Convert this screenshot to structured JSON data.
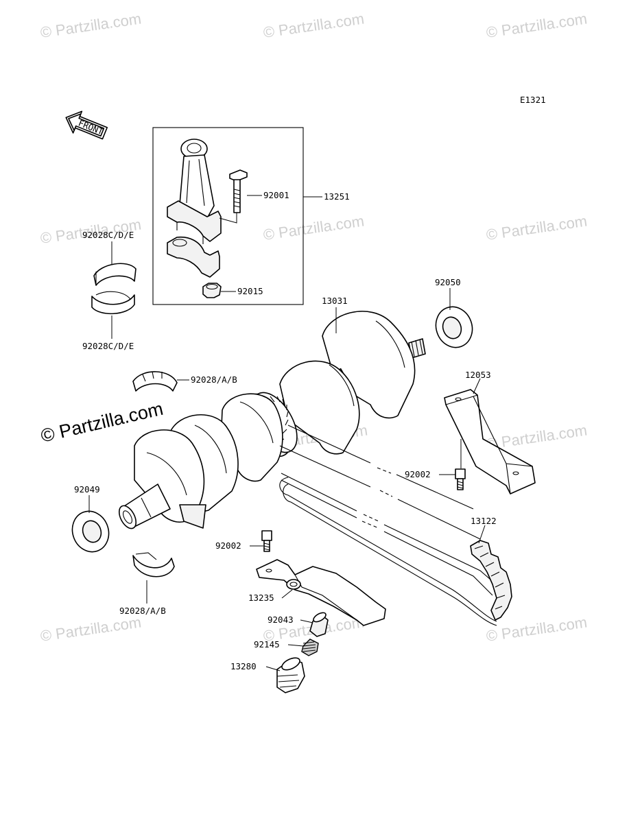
{
  "diagram_code": "E1321",
  "front_label": "FRONT",
  "watermark": "© Partzilla.com",
  "watermark_main": "© Partzilla.com",
  "parts": {
    "p13251": "13251",
    "p92001": "92001",
    "p92015": "92015",
    "p92028cde_top": "92028C/D/E",
    "p92028cde_bot": "92028C/D/E",
    "p92050": "92050",
    "p13031": "13031",
    "p92028ab_top": "92028/A/B",
    "p12053": "12053",
    "p92002_right": "92002",
    "p92049": "92049",
    "p13122": "13122",
    "p92002_left": "92002",
    "p13235": "13235",
    "p92028ab_bot": "92028/A/B",
    "p92043": "92043",
    "p92145": "92145",
    "p13280": "13280"
  }
}
